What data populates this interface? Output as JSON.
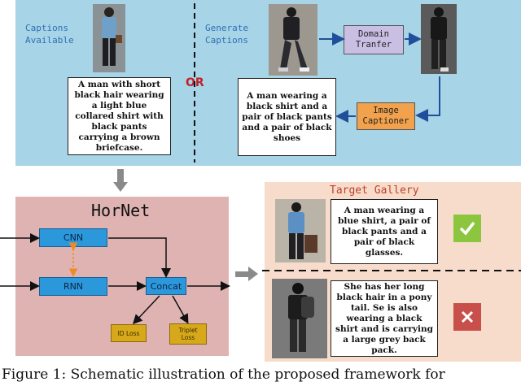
{
  "top": {
    "captions_available_label": "Captions\nAvailable",
    "generate_captions_label": "Generate\nCaptions",
    "or_label": "OR",
    "caption_left": "A man with short black hair wearing a light blue collared shirt with black pants carrying a brown briefcase.",
    "caption_right": "A man wearing a black shirt and a pair of black pants and a pair of black shoes",
    "domain_transfer": "Domain\nTranfer",
    "image_captioner": "Image\nCaptioner"
  },
  "hornet": {
    "title": "HorNet",
    "cnn": "CNN",
    "rnn": "RNN",
    "concat": "Concat",
    "id_loss": "ID Loss",
    "triplet_loss": "Triplet\nLoss"
  },
  "gallery": {
    "title": "Target Gallery",
    "caption_match": "A man wearing a blue shirt, a pair of black pants and a pair of black glasses.",
    "caption_nonmatch": "She has her long black hair in a pony tail. Se is also wearing a black shirt and is carrying a large grey back pack.",
    "match_icon": "check-icon",
    "nonmatch_icon": "cross-icon",
    "colors": {
      "match": "#8cc63f",
      "nonmatch": "#c9504a",
      "node": "#2c98dc",
      "loss": "#d7a91a",
      "connector": "#f08a24"
    }
  },
  "figure_caption": "Figure 1:  Schematic illustration of the proposed framework for"
}
